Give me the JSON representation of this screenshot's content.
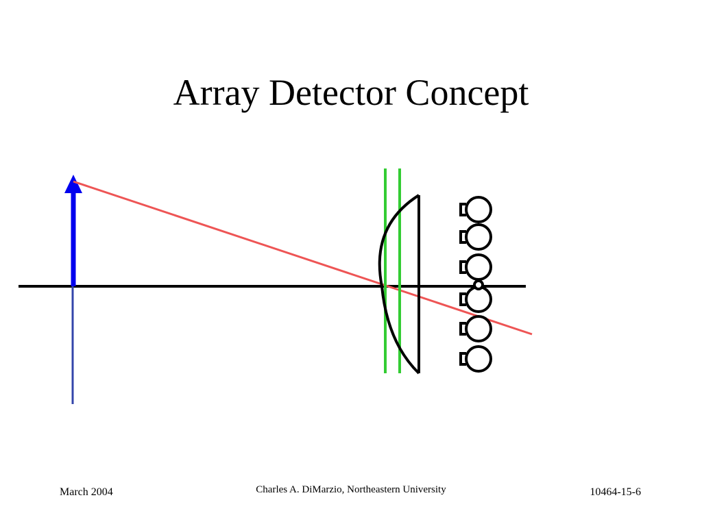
{
  "slide": {
    "title": "Array Detector Concept"
  },
  "footer": {
    "date": "March 2004",
    "author": "Charles A. DiMarzio, Northeastern University",
    "slide_id": "10464-15-6"
  },
  "colors": {
    "optical_axis": "#000000",
    "object_arrow": "#0000ee",
    "image_arrow": "#3344aa",
    "ray": "#ee5555",
    "green_lines": "#33cc33",
    "lens": "#000000",
    "detector": "#000000"
  }
}
